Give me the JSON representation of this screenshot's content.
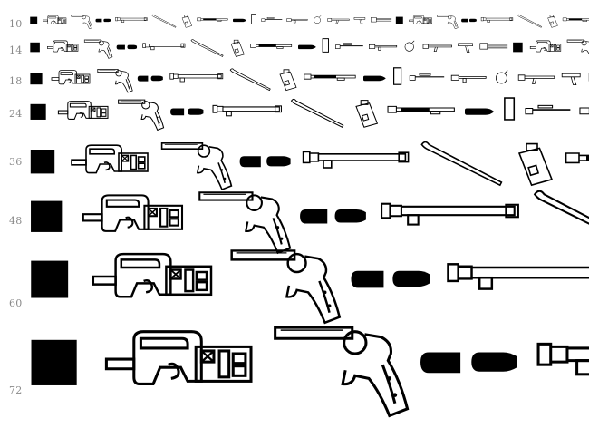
{
  "sizes": [
    "10",
    "14",
    "18",
    "24",
    "36",
    "48",
    "60",
    "72"
  ],
  "glyph_sequence": [
    "block-icon",
    "smg-icon",
    "revolver-icon",
    "grenade-icon",
    "rocket-launcher-icon",
    "crowbar-icon",
    "spray-can-icon",
    "shotgun-icon",
    "bullet-icon",
    "door-frame-icon",
    "sniper-rifle-icon",
    "rifle-icon",
    "bomb-icon",
    "assault-rifle-icon",
    "pistol-icon",
    "minigun-icon"
  ],
  "colors": {
    "ink": "#000000",
    "label": "#8a8a8a",
    "background": "#ffffff"
  }
}
